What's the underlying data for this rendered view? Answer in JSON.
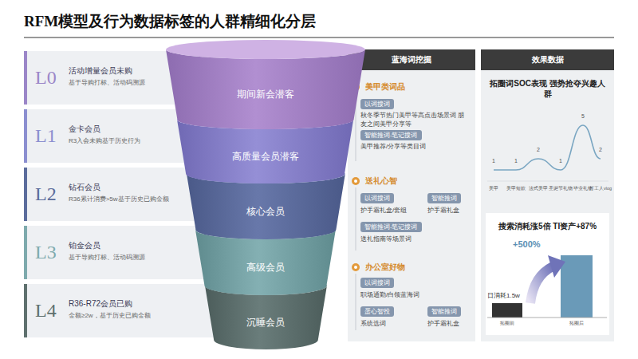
{
  "diagram": {
    "title": "RFM模型及行为数据标签的人群精细化分层",
    "nodes": [
      {
        "text": [
          "L0",
          "活动增量会员未购",
          "基于导购打标、活动码溯源"
        ]
      },
      {
        "text": [
          "L1",
          "金卡会员",
          "R3入会未购基于历史行为"
        ]
      },
      {
        "text": [
          "L2",
          "钻石会员",
          "R36累计消费>5w基于历史已购金额"
        ]
      },
      {
        "text": [
          "L3",
          "铂金会员",
          "基于导购打标、活动码溯源"
        ]
      },
      {
        "text": [
          "L4",
          "R36-R72会员已购",
          "金额≥2w，基于历史已购金额"
        ]
      },
      {
        "text": [
          "期间新会潜客"
        ]
      },
      {
        "text": [
          "高质量会员潜客"
        ]
      },
      {
        "text": [
          "核心会员"
        ]
      },
      {
        "text": [
          "高级会员"
        ]
      },
      {
        "text": [
          "沉睡会员"
        ]
      },
      {
        "text": [
          "蓝海词挖掘"
        ]
      },
      {
        "text": [
          "以词搜词"
        ],
        "in": 10
      },
      {
        "text": [
          "智能推词-笔记搜词"
        ],
        "in": 10
      },
      {
        "text": [
          "以词搜词"
        ],
        "in": 10
      },
      {
        "text": [
          "智能推词"
        ],
        "in": 10
      },
      {
        "text": [
          "智能推词-笔记搜词"
        ],
        "in": 10
      },
      {
        "text": [
          "以词搜词"
        ],
        "in": 10
      },
      {
        "text": [
          "蛋心智投"
        ],
        "in": 10
      },
      {
        "text": [
          "智能推词"
        ],
        "in": 10
      },
      {
        "text": [
          "效果数据"
        ]
      }
    ],
    "labels": [
      "美甲类词品",
      "秋冬季节热门美甲等高点击场景词 朋友之间美甲分享等",
      "美甲推荐/分享等类目词",
      "送礼心智",
      "护手霜礼盒/套组",
      "护手霜礼盒",
      "送礼指南等场景词",
      "办公室好物",
      "职场通勤/白领蓝海词",
      "系统选词",
      "护手霜礼盒",
      "拓圈词SOC表现 强势抢夺兴趣人群",
      "1",
      "1",
      "2",
      "1",
      "5",
      "2",
      "美甲",
      "美甲短款",
      "法式美甲",
      "圣诞节礼物",
      "毕业礼物",
      "打工人vlog",
      "搜索消耗涨5倍 TI资产+87%",
      "+500%",
      "日消耗1.5w",
      "拓圈前",
      "拓圈后"
    ]
  }
}
